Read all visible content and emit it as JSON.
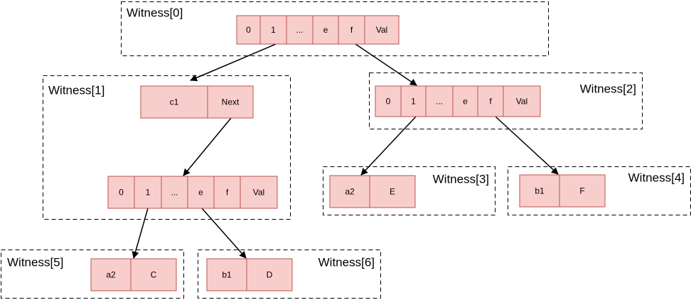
{
  "colors": {
    "cell_fill": "#f8cecc",
    "cell_border": "#b85450",
    "edge": "#000000",
    "group_border": "#000000"
  },
  "groups": [
    {
      "id": "w0",
      "title": "Witness[0]",
      "cells": [
        "0",
        "1",
        "...",
        "e",
        "f",
        "Val"
      ]
    },
    {
      "id": "w1",
      "title": "Witness[1]",
      "records": [
        {
          "id": "w1_top",
          "cells": [
            "c1",
            "Next"
          ]
        },
        {
          "id": "w1_bottom",
          "cells": [
            "0",
            "1",
            "...",
            "e",
            "f",
            "Val"
          ]
        }
      ]
    },
    {
      "id": "w2",
      "title": "Witness[2]",
      "cells": [
        "0",
        "1",
        "...",
        "e",
        "f",
        "Val"
      ]
    },
    {
      "id": "w3",
      "title": "Witness[3]",
      "cells": [
        "a2",
        "E"
      ]
    },
    {
      "id": "w4",
      "title": "Witness[4]",
      "cells": [
        "b1",
        "F"
      ]
    },
    {
      "id": "w5",
      "title": "Witness[5]",
      "cells": [
        "a2",
        "C"
      ]
    },
    {
      "id": "w6",
      "title": "Witness[6]",
      "cells": [
        "b1",
        "D"
      ]
    }
  ],
  "edges": [
    {
      "from": "w0",
      "from_cell": "1",
      "to": "w1_top"
    },
    {
      "from": "w0",
      "from_cell": "f",
      "to": "w2"
    },
    {
      "from": "w1_top",
      "from_cell": "Next",
      "to": "w1_bottom"
    },
    {
      "from": "w1_bottom",
      "from_cell": "1",
      "to": "w5"
    },
    {
      "from": "w1_bottom",
      "from_cell": "e",
      "to": "w6"
    },
    {
      "from": "w2",
      "from_cell": "1",
      "to": "w3"
    },
    {
      "from": "w2",
      "from_cell": "f",
      "to": "w4"
    }
  ]
}
